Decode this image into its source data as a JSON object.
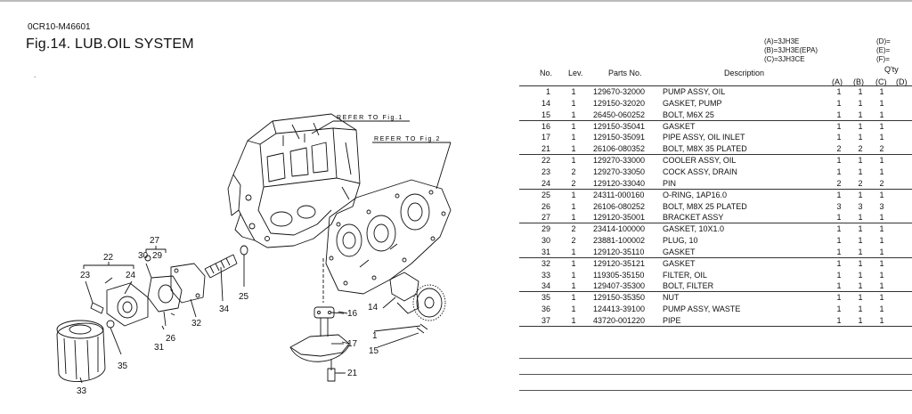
{
  "document": {
    "code": "0CR10-M46601",
    "figure_title": "Fig.14.  LUB.OIL SYSTEM",
    "dot": "."
  },
  "models": {
    "left": [
      "(A)=3JH3E",
      "(B)=3JH3E(EPA)",
      "(C)=3JH3CE"
    ],
    "right": [
      "(D)=",
      "(E)=",
      "(F)="
    ]
  },
  "table": {
    "headers": {
      "no": "No.",
      "lev": "Lev.",
      "parts_no": "Parts No.",
      "description": "Description",
      "qty": "Q'ty",
      "cols": [
        "(A)",
        "(B)",
        "(C)",
        "(D)"
      ]
    },
    "rows": [
      {
        "no": "1",
        "lev": "1",
        "part": "129670-32000",
        "desc": "PUMP ASSY, OIL",
        "a": "1",
        "b": "1",
        "c": "1"
      },
      {
        "no": "14",
        "lev": "1",
        "part": "129150-32020",
        "desc": "GASKET, PUMP",
        "a": "1",
        "b": "1",
        "c": "1"
      },
      {
        "no": "15",
        "lev": "1",
        "part": "26450-060252",
        "desc": "BOLT, M6X 25",
        "a": "1",
        "b": "1",
        "c": "1"
      },
      {
        "no": "16",
        "lev": "1",
        "part": "129150-35041",
        "desc": "GASKET",
        "a": "1",
        "b": "1",
        "c": "1"
      },
      {
        "no": "17",
        "lev": "1",
        "part": "129150-35091",
        "desc": "PIPE ASSY, OIL INLET",
        "a": "1",
        "b": "1",
        "c": "1"
      },
      {
        "no": "21",
        "lev": "1",
        "part": "26106-080352",
        "desc": "BOLT, M8X 35 PLATED",
        "a": "2",
        "b": "2",
        "c": "2"
      },
      {
        "no": "22",
        "lev": "1",
        "part": "129270-33000",
        "desc": "COOLER ASSY, OIL",
        "a": "1",
        "b": "1",
        "c": "1"
      },
      {
        "no": "23",
        "lev": "2",
        "part": "129270-33050",
        "desc": "COCK ASSY, DRAIN",
        "a": "1",
        "b": "1",
        "c": "1"
      },
      {
        "no": "24",
        "lev": "2",
        "part": "129120-33040",
        "desc": "PIN",
        "a": "2",
        "b": "2",
        "c": "2"
      },
      {
        "no": "25",
        "lev": "1",
        "part": "24311-000160",
        "desc": "O-RING, 1AP16.0",
        "a": "1",
        "b": "1",
        "c": "1"
      },
      {
        "no": "26",
        "lev": "1",
        "part": "26106-080252",
        "desc": "BOLT, M8X 25 PLATED",
        "a": "3",
        "b": "3",
        "c": "3"
      },
      {
        "no": "27",
        "lev": "1",
        "part": "129120-35001",
        "desc": "BRACKET ASSY",
        "a": "1",
        "b": "1",
        "c": "1"
      },
      {
        "no": "29",
        "lev": "2",
        "part": "23414-100000",
        "desc": "GASKET, 10X1.0",
        "a": "1",
        "b": "1",
        "c": "1"
      },
      {
        "no": "30",
        "lev": "2",
        "part": "23881-100002",
        "desc": "PLUG, 10",
        "a": "1",
        "b": "1",
        "c": "1"
      },
      {
        "no": "31",
        "lev": "1",
        "part": "129120-35110",
        "desc": "GASKET",
        "a": "1",
        "b": "1",
        "c": "1"
      },
      {
        "no": "32",
        "lev": "1",
        "part": "129120-35121",
        "desc": "GASKET",
        "a": "1",
        "b": "1",
        "c": "1"
      },
      {
        "no": "33",
        "lev": "1",
        "part": "119305-35150",
        "desc": "FILTER, OIL",
        "a": "1",
        "b": "1",
        "c": "1"
      },
      {
        "no": "34",
        "lev": "1",
        "part": "129407-35300",
        "desc": "BOLT, FILTER",
        "a": "1",
        "b": "1",
        "c": "1"
      },
      {
        "no": "35",
        "lev": "1",
        "part": "129150-35350",
        "desc": "NUT",
        "a": "1",
        "b": "1",
        "c": "1"
      },
      {
        "no": "36",
        "lev": "1",
        "part": "124413-39100",
        "desc": "PUMP ASSY, WASTE",
        "a": "1",
        "b": "1",
        "c": "1"
      },
      {
        "no": "37",
        "lev": "1",
        "part": "43720-001220",
        "desc": "PIPE",
        "a": "1",
        "b": "1",
        "c": "1"
      }
    ]
  },
  "diagram": {
    "ref_fig1": "REFER TO Fig.1",
    "ref_fig2": "REFER TO Fig.2",
    "callouts": {
      "c1": "1",
      "c14": "14",
      "c15": "15",
      "c16": "16",
      "c17": "17",
      "c21": "21",
      "c22": "22",
      "c23": "23",
      "c24": "24",
      "c25": "25",
      "c26": "26",
      "c27": "27",
      "c29": "29",
      "c30": "30",
      "c31": "31",
      "c32": "32",
      "c33": "33",
      "c34": "34",
      "c35": "35"
    }
  }
}
